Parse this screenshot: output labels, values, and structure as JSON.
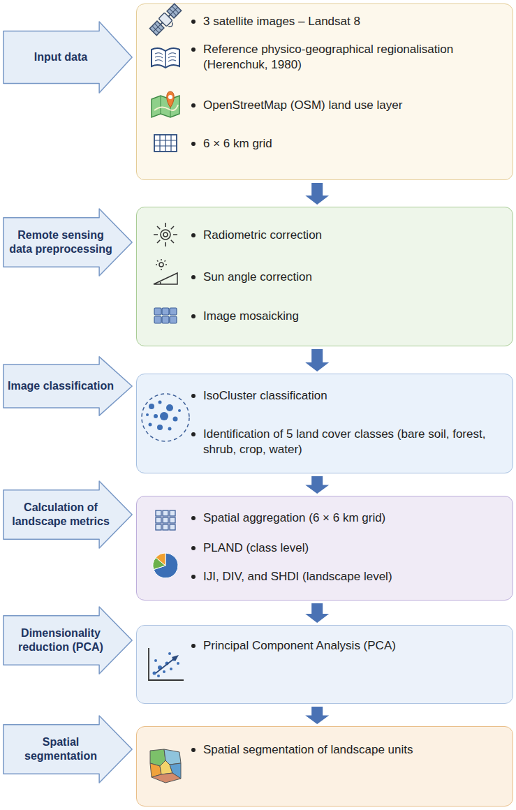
{
  "diagram": {
    "nodes": [
      {
        "text": [
          "Input data"
        ]
      },
      {
        "text": [
          "3 satellite images – Landsat 8",
          "Reference physico-geographical regionalisation (Herenchuk, 1980)",
          "OpenStreetMap (OSM) land use layer",
          "6 × 6 km grid"
        ]
      },
      {
        "text": [
          "Remote sensing data preprocessing"
        ]
      },
      {
        "text": [
          "Radiometric correction",
          "Sun angle correction",
          "Image mosaicking"
        ]
      },
      {
        "text": [
          "Image classification"
        ]
      },
      {
        "text": [
          "IsoCluster classification",
          "Identification of 5 land cover classes (bare soil, forest, shrub, crop, water)"
        ]
      },
      {
        "text": [
          "Calculation of landscape metrics"
        ]
      },
      {
        "text": [
          "Spatial aggregation (6 × 6 km grid)",
          "PLAND (class level)",
          "IJI, DIV, and SHDI (landscape level)"
        ]
      },
      {
        "text": [
          "Dimensionality reduction (PCA)"
        ]
      },
      {
        "text": [
          "Principal Component Analysis (PCA)"
        ]
      },
      {
        "text": [
          "Spatial segmentation"
        ]
      },
      {
        "text": [
          "Spatial segmentation of landscape units"
        ]
      }
    ],
    "edges": [
      {
        "from": 1,
        "to": 3,
        "arrow": "to"
      },
      {
        "from": 3,
        "to": 5,
        "arrow": "to"
      },
      {
        "from": 5,
        "to": 7,
        "arrow": "to"
      },
      {
        "from": 7,
        "to": 9,
        "arrow": "to"
      },
      {
        "from": 9,
        "to": 11,
        "arrow": "to"
      }
    ]
  }
}
